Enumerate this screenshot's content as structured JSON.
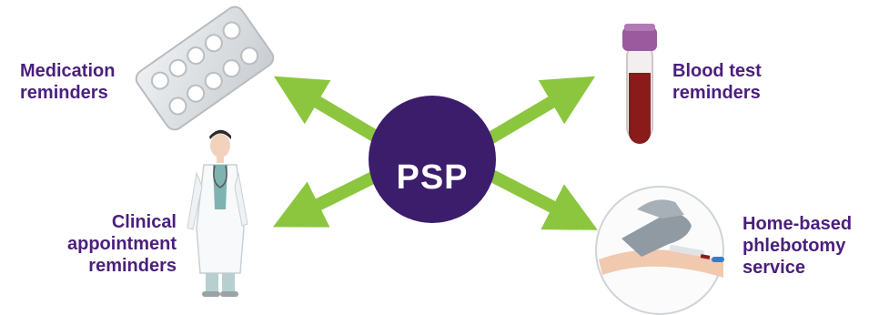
{
  "hub": {
    "label": "PSP"
  },
  "services": [
    {
      "id": "medication",
      "label": "Medication\nreminders",
      "icon": "pill-blister-icon"
    },
    {
      "id": "blood-test",
      "label": "Blood test\nreminders",
      "icon": "blood-tube-icon"
    },
    {
      "id": "clinical",
      "label": "Clinical\nappointment\nreminders",
      "icon": "doctor-icon"
    },
    {
      "id": "phlebotomy",
      "label": "Home-based\nphlebotomy\nservice",
      "icon": "blood-draw-icon"
    }
  ],
  "colors": {
    "hub": "#3b1d6b",
    "label_text": "#4a1f7c",
    "arrow": "#8cc63f",
    "tube_blood": "#8b1a1a",
    "tube_cap": "#9b5a9e",
    "glove": "#8f9aa3"
  }
}
